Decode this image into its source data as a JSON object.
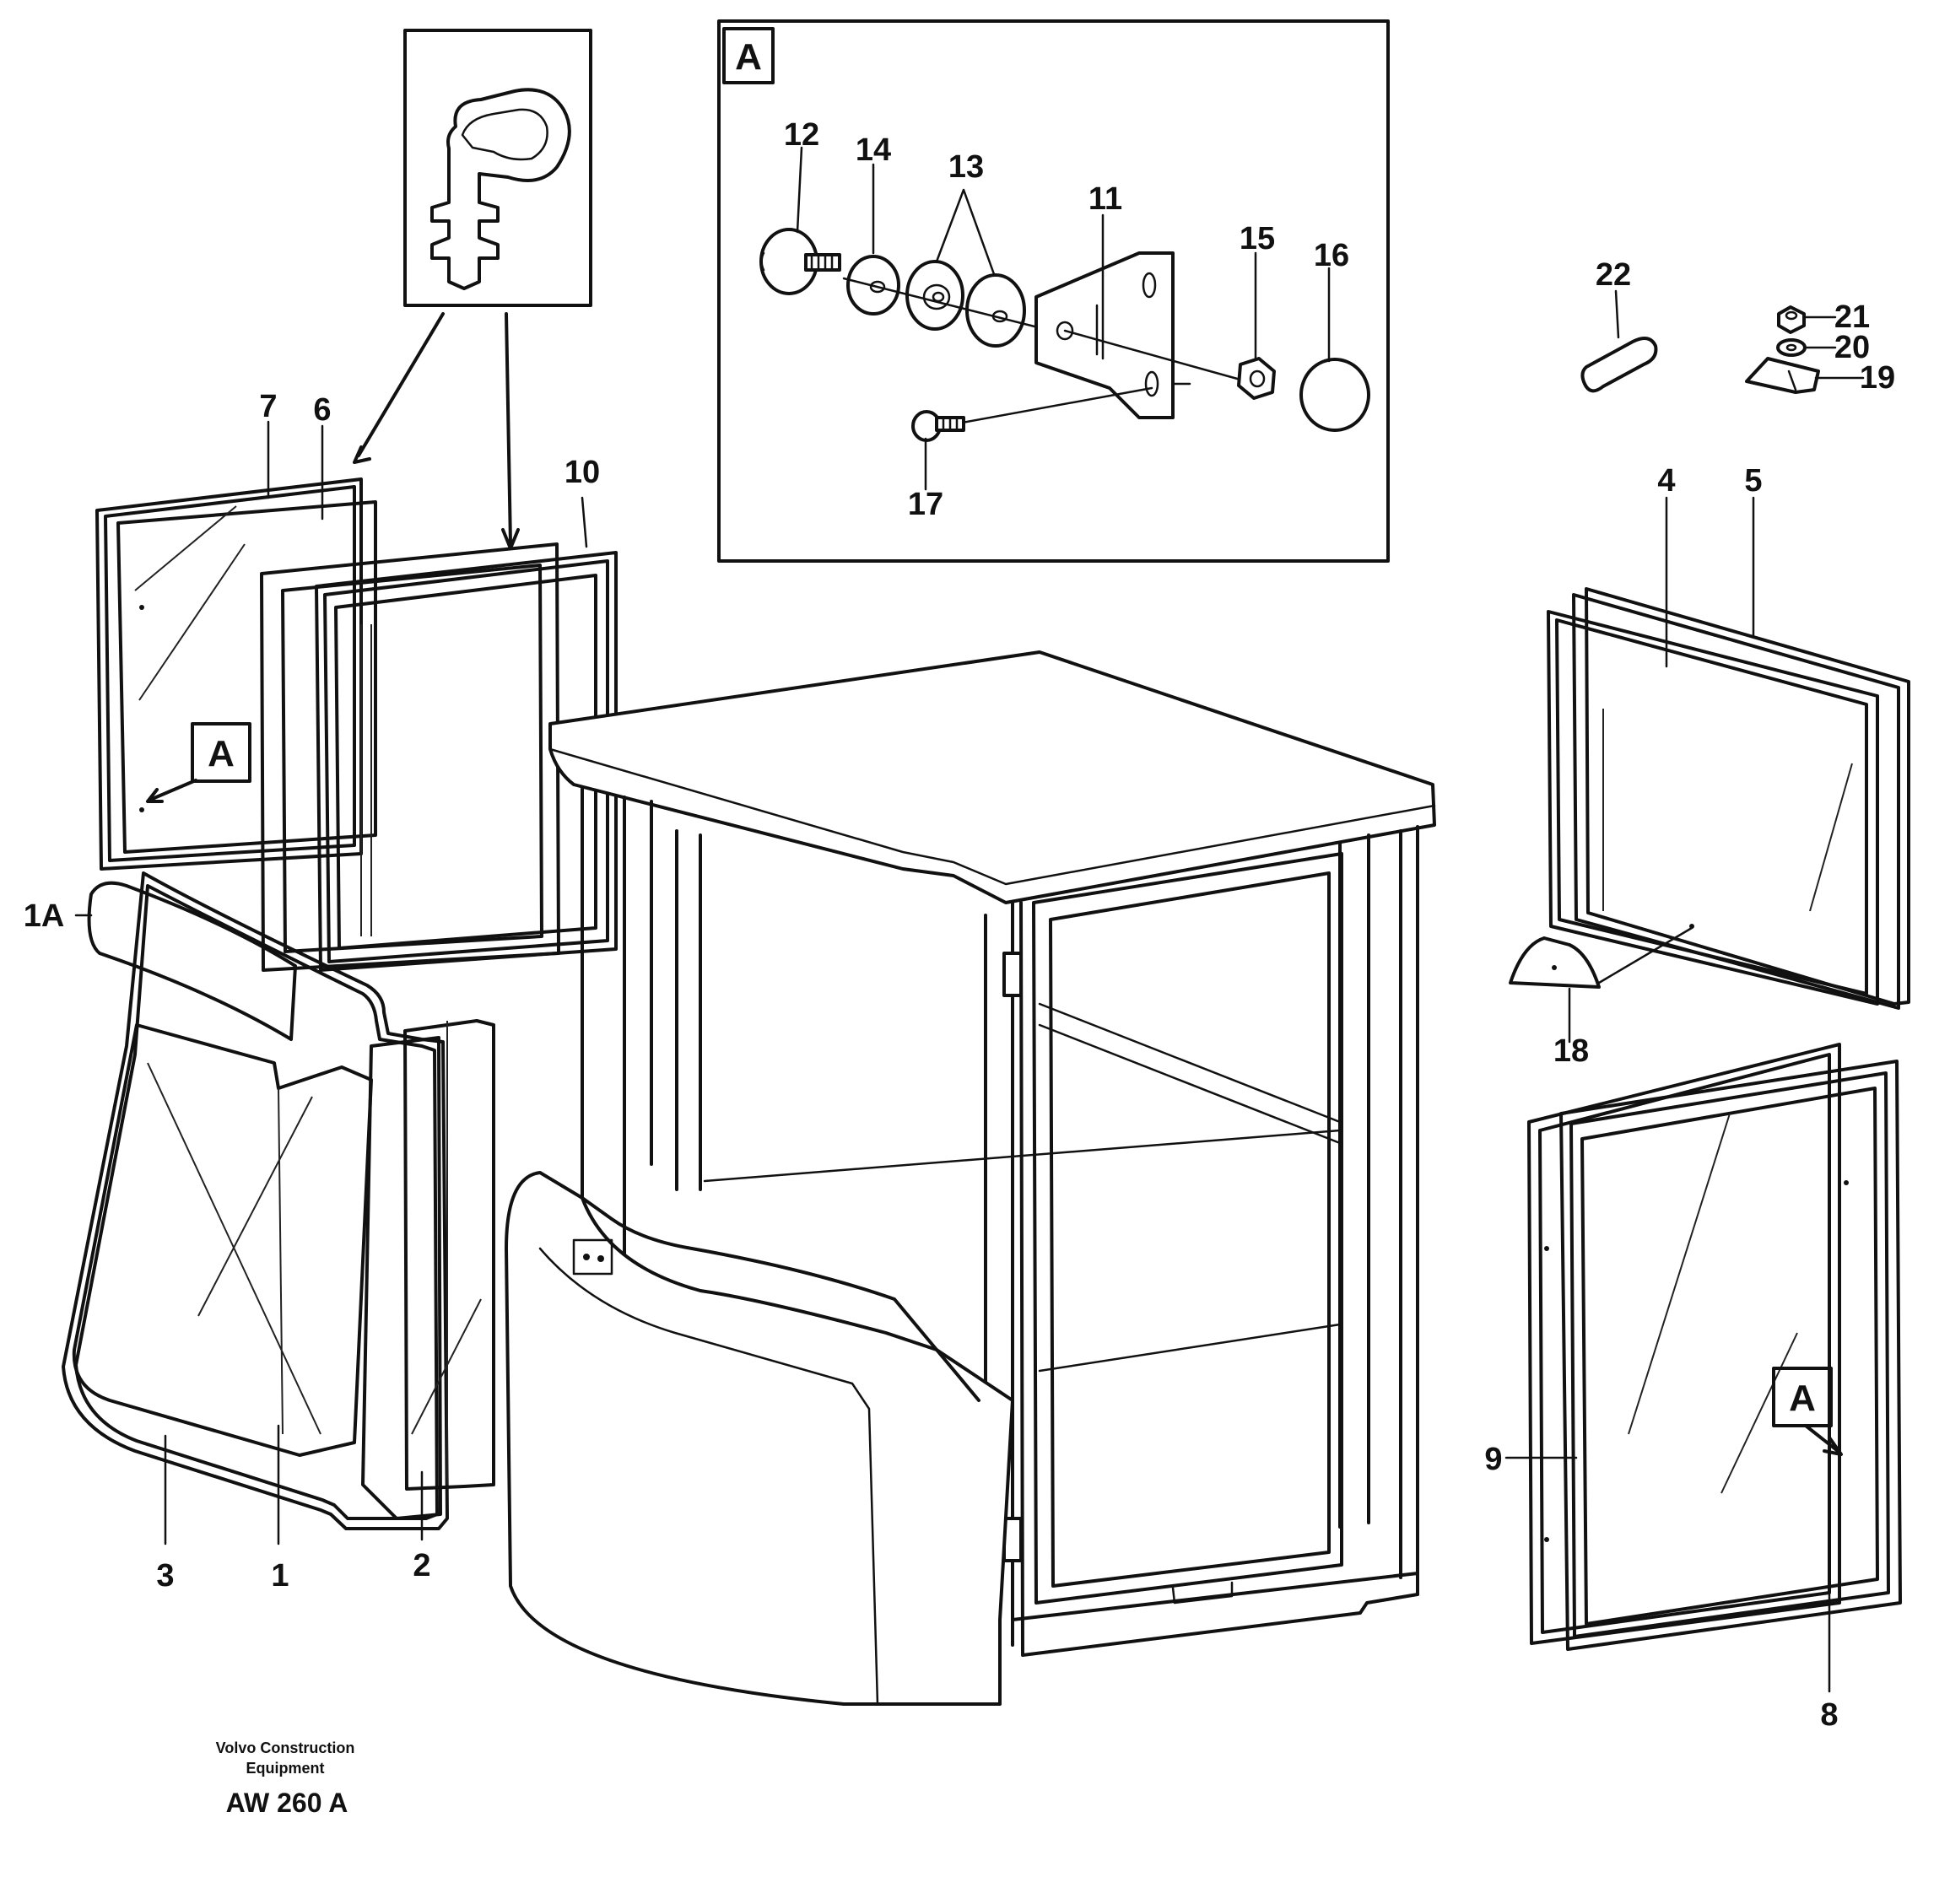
{
  "detail_marker": "A",
  "callouts": {
    "c1": "1",
    "c1a": "1A",
    "c2": "2",
    "c3": "3",
    "c4": "4",
    "c5": "5",
    "c6": "6",
    "c7": "7",
    "c8": "8",
    "c9": "9",
    "c10": "10",
    "c11": "11",
    "c12": "12",
    "c13": "13",
    "c14": "14",
    "c15": "15",
    "c16": "16",
    "c17": "17",
    "c18": "18",
    "c19": "19",
    "c20": "20",
    "c21": "21",
    "c22": "22"
  },
  "footer": {
    "company_line1": "Volvo Construction",
    "company_line2": "Equipment",
    "drawing_id": "AW 260 A"
  }
}
